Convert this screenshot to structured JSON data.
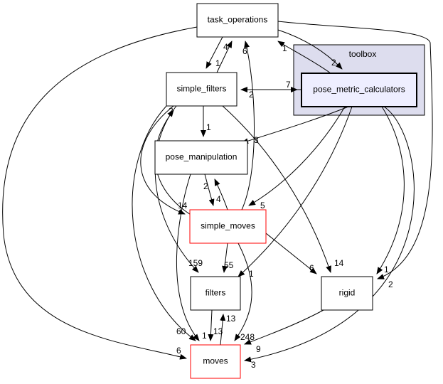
{
  "cluster": {
    "label": "toolbox",
    "fill": "#ddddee"
  },
  "nodes": {
    "task_operations": {
      "label": "task_operations",
      "border": "#000000"
    },
    "pose_metric_calculators": {
      "label": "pose_metric_calculators",
      "border": "#000000",
      "fill": "#eeeeff"
    },
    "simple_filters": {
      "label": "simple_filters",
      "border": "#000000"
    },
    "pose_manipulation": {
      "label": "pose_manipulation",
      "border": "#000000"
    },
    "simple_moves": {
      "label": "simple_moves",
      "border": "#ff0000"
    },
    "filters": {
      "label": "filters",
      "border": "#000000"
    },
    "rigid": {
      "label": "rigid",
      "border": "#000000"
    },
    "moves": {
      "label": "moves",
      "border": "#ff0000"
    }
  },
  "edges": [
    {
      "from": "task_operations",
      "to": "simple_filters",
      "label": "1"
    },
    {
      "from": "simple_filters",
      "to": "task_operations",
      "label": "4"
    },
    {
      "from": "simple_moves",
      "to": "task_operations",
      "label": "6"
    },
    {
      "from": "pose_metric_calculators",
      "to": "task_operations",
      "label": "1"
    },
    {
      "from": "task_operations",
      "to": "pose_metric_calculators",
      "label": "2"
    },
    {
      "from": "simple_filters",
      "to": "pose_metric_calculators",
      "label": "7"
    },
    {
      "from": "pose_metric_calculators",
      "to": "simple_filters",
      "label": "2"
    },
    {
      "from": "simple_filters",
      "to": "pose_manipulation",
      "label": "1"
    },
    {
      "from": "pose_metric_calculators",
      "to": "pose_manipulation",
      "label": "3"
    },
    {
      "from": "simple_moves",
      "to": "simple_filters",
      "label": "2"
    },
    {
      "from": "simple_filters",
      "to": "simple_moves",
      "label": "14"
    },
    {
      "from": "pose_manipulation",
      "to": "simple_moves",
      "label": "4"
    },
    {
      "from": "simple_moves",
      "to": "pose_manipulation",
      "label": "2"
    },
    {
      "from": "pose_metric_calculators",
      "to": "simple_moves",
      "label": "5"
    },
    {
      "from": "simple_filters",
      "to": "filters",
      "label": "159"
    },
    {
      "from": "simple_moves",
      "to": "filters",
      "label": "55"
    },
    {
      "from": "pose_metric_calculators",
      "to": "filters",
      "label": "1"
    },
    {
      "from": "simple_moves",
      "to": "rigid",
      "label": "6"
    },
    {
      "from": "simple_filters",
      "to": "rigid",
      "label": "14"
    },
    {
      "from": "pose_metric_calculators",
      "to": "rigid",
      "label": "1"
    },
    {
      "from": "task_operations",
      "to": "rigid",
      "label": "2"
    },
    {
      "from": "filters",
      "to": "moves",
      "label": "13"
    },
    {
      "from": "moves",
      "to": "filters",
      "label": "13"
    },
    {
      "from": "simple_filters",
      "to": "moves",
      "label": "60"
    },
    {
      "from": "pose_manipulation",
      "to": "moves",
      "label": "1"
    },
    {
      "from": "simple_moves",
      "to": "moves",
      "label": "248"
    },
    {
      "from": "rigid",
      "to": "moves",
      "label": "9"
    },
    {
      "from": "pose_metric_calculators",
      "to": "moves",
      "label": "3"
    },
    {
      "from": "task_operations",
      "to": "moves",
      "label": "6"
    }
  ]
}
